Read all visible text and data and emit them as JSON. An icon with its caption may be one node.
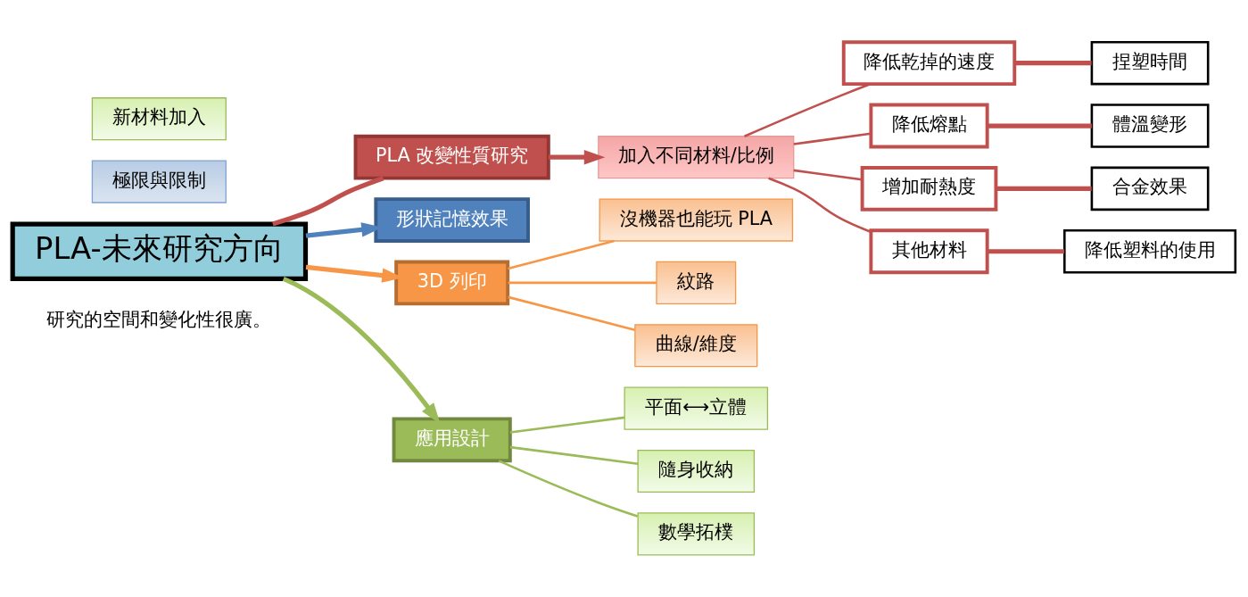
{
  "diagram": {
    "nodes": [
      {
        "text": [
          "PLA-未來研究方向"
        ]
      },
      {
        "text": [
          "PLA 改變性質研究"
        ]
      },
      {
        "text": [
          "加入不同材料/比例"
        ]
      },
      {
        "text": [
          "降低乾掉的速度"
        ]
      },
      {
        "text": [
          "捏塑時間"
        ]
      },
      {
        "text": [
          "降低熔點"
        ]
      },
      {
        "text": [
          "體溫變形"
        ]
      },
      {
        "text": [
          "增加耐熱度"
        ]
      },
      {
        "text": [
          "合金效果"
        ]
      },
      {
        "text": [
          "其他材料"
        ]
      },
      {
        "text": [
          "降低塑料的使用"
        ]
      },
      {
        "text": [
          "形狀記憶效果"
        ]
      },
      {
        "text": [
          "極限與限制"
        ]
      },
      {
        "text": [
          "3D 列印"
        ]
      },
      {
        "text": [
          "沒機器也能玩 PLA"
        ]
      },
      {
        "text": [
          "紋路"
        ]
      },
      {
        "text": [
          "曲線/維度"
        ]
      },
      {
        "text": [
          "應用設計"
        ]
      },
      {
        "text": [
          "平面⟷立體"
        ]
      },
      {
        "text": [
          "隨身收納"
        ]
      },
      {
        "text": [
          "數學拓樸"
        ]
      },
      {
        "text": [
          "新材料加入"
        ]
      }
    ],
    "edges": [
      {
        "from": 0,
        "to": 1,
        "arrow": "none",
        "style": "thick"
      },
      {
        "from": 1,
        "to": 2,
        "arrow": "to",
        "style": "thick"
      },
      {
        "from": 2,
        "to": 3,
        "arrow": "none"
      },
      {
        "from": 2,
        "to": 5,
        "arrow": "none"
      },
      {
        "from": 2,
        "to": 7,
        "arrow": "none"
      },
      {
        "from": 2,
        "to": 9,
        "arrow": "none"
      },
      {
        "from": 3,
        "to": 4,
        "arrow": "none",
        "style": "thick"
      },
      {
        "from": 5,
        "to": 6,
        "arrow": "none",
        "style": "thick"
      },
      {
        "from": 7,
        "to": 8,
        "arrow": "none",
        "style": "thick"
      },
      {
        "from": 9,
        "to": 10,
        "arrow": "none",
        "style": "thick"
      },
      {
        "from": 0,
        "to": 11,
        "arrow": "to",
        "style": "thick",
        "color": "#4f81bd"
      },
      {
        "from": 0,
        "to": 13,
        "arrow": "to",
        "style": "thick",
        "color": "#f79646"
      },
      {
        "from": 13,
        "to": 14,
        "arrow": "none",
        "color": "#f79646"
      },
      {
        "from": 13,
        "to": 15,
        "arrow": "none",
        "color": "#f79646"
      },
      {
        "from": 13,
        "to": 16,
        "arrow": "none",
        "color": "#f79646"
      },
      {
        "from": 0,
        "to": 17,
        "arrow": "to",
        "style": "thick",
        "color": "#9bbb59"
      },
      {
        "from": 17,
        "to": 18,
        "arrow": "none",
        "color": "#9bbb59"
      },
      {
        "from": 17,
        "to": 19,
        "arrow": "none",
        "color": "#9bbb59"
      },
      {
        "from": 17,
        "to": 20,
        "arrow": "none",
        "color": "#9bbb59"
      }
    ],
    "labels": [
      "研究的空間和變化性很廣。"
    ]
  }
}
